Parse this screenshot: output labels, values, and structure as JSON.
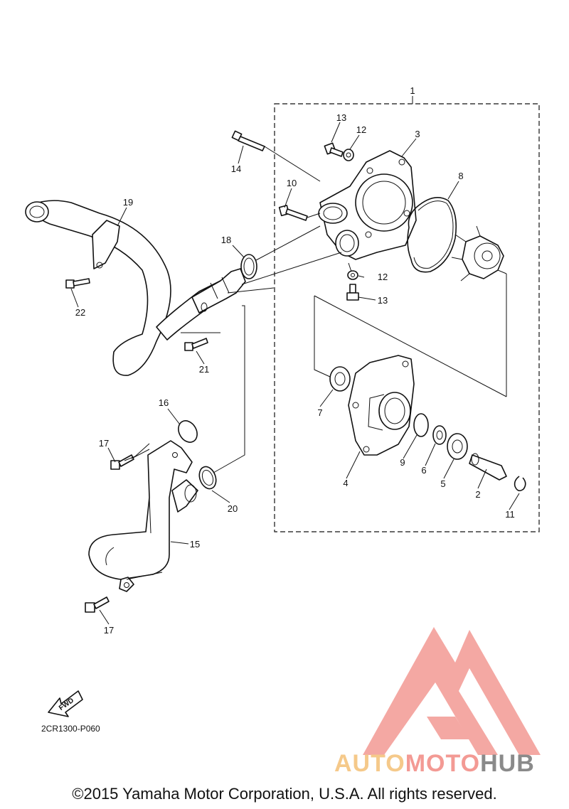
{
  "diagram": {
    "part_code": "2CR1300-P060",
    "fwd_label": "FWD",
    "copyright": "©2015 Yamaha Motor Corporation, U.S.A. All rights reserved.",
    "watermark": {
      "part1": "AUTO",
      "part2": "MOTO",
      "part3": "HUB"
    },
    "colors": {
      "line": "#111111",
      "watermark_red": "#f39a94",
      "watermark_orange": "#f5c98a",
      "watermark_gray": "#8a8a8a"
    },
    "callouts": [
      {
        "id": "c1",
        "text": "1"
      },
      {
        "id": "c2",
        "text": "2"
      },
      {
        "id": "c3",
        "text": "3"
      },
      {
        "id": "c4",
        "text": "4"
      },
      {
        "id": "c5",
        "text": "5"
      },
      {
        "id": "c6",
        "text": "6"
      },
      {
        "id": "c7",
        "text": "7"
      },
      {
        "id": "c8",
        "text": "8"
      },
      {
        "id": "c9",
        "text": "9"
      },
      {
        "id": "c10",
        "text": "10"
      },
      {
        "id": "c11",
        "text": "11"
      },
      {
        "id": "c12a",
        "text": "12"
      },
      {
        "id": "c12b",
        "text": "12"
      },
      {
        "id": "c13a",
        "text": "13"
      },
      {
        "id": "c13b",
        "text": "13"
      },
      {
        "id": "c14",
        "text": "14"
      },
      {
        "id": "c15",
        "text": "15"
      },
      {
        "id": "c16",
        "text": "16"
      },
      {
        "id": "c17a",
        "text": "17"
      },
      {
        "id": "c17b",
        "text": "17"
      },
      {
        "id": "c18",
        "text": "18"
      },
      {
        "id": "c19",
        "text": "19"
      },
      {
        "id": "c20",
        "text": "20"
      },
      {
        "id": "c21",
        "text": "21"
      },
      {
        "id": "c22",
        "text": "22"
      }
    ]
  }
}
